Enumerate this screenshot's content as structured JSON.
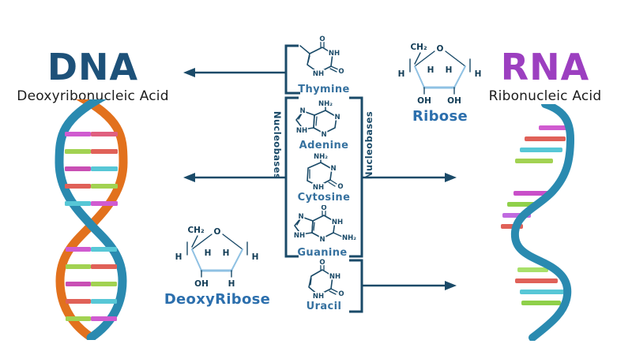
{
  "dna": {
    "abbr": "DNA",
    "full": "Deoxyribonucleic Acid"
  },
  "rna": {
    "abbr": "RNA",
    "full": "Ribonucleic Acid"
  },
  "nucleobases": {
    "left": "Nucleobases",
    "right": "Nucleobases"
  },
  "molecules": {
    "thymine": {
      "name": "Thymine",
      "atoms": [
        "O",
        "NH",
        "O",
        "NH"
      ]
    },
    "adenine": {
      "name": "Adenine",
      "atoms": [
        "NH₂",
        "N",
        "N",
        "N",
        "NH"
      ]
    },
    "cytosine": {
      "name": "Cytosine",
      "atoms": [
        "NH₂",
        "N",
        "O",
        "NH"
      ]
    },
    "guanine": {
      "name": "Guanine",
      "atoms": [
        "O",
        "NH",
        "NH₂",
        "N",
        "N",
        "NH"
      ]
    },
    "uracil": {
      "name": "Uracil",
      "atoms": [
        "O",
        "NH",
        "O",
        "NH"
      ]
    }
  },
  "sugars": {
    "ribose": {
      "name": "Ribose",
      "atoms": [
        "CH₂",
        "O",
        "H",
        "H",
        "H",
        "H",
        "OH",
        "OH"
      ]
    },
    "deoxyribose": {
      "name": "DeoxyRibose",
      "atoms": [
        "CH₂",
        "O",
        "H",
        "H",
        "H",
        "H",
        "OH",
        "H"
      ]
    }
  },
  "colors": {
    "ink": "#1a4a68",
    "molecule_label": "#36719f",
    "sugar_label": "#2c6fad",
    "dna_title": "#1d5179",
    "rna_title": "#9c3fc0",
    "helix_teal": "#2a8ab0",
    "helix_orange": "#e2711d"
  },
  "dna_helix": {
    "strand_colors": [
      "#e2711d",
      "#2a8ab0"
    ],
    "rungs": [
      {
        "l": "#d05bd0",
        "r": "#e0607f"
      },
      {
        "l": "#a2d252",
        "r": "#e06158"
      },
      {
        "l": "#c94fb4",
        "r": "#57c7d6"
      },
      {
        "l": "#e06158",
        "r": "#a2d252"
      },
      {
        "l": "#57c7d6",
        "r": "#d05bd0"
      },
      {
        "l": "#d05bd0",
        "r": "#57c7d6"
      },
      {
        "l": "#a2d252",
        "r": "#e06158"
      },
      {
        "l": "#c94fb4",
        "r": "#a2d252"
      },
      {
        "l": "#e06158",
        "r": "#57c7d6"
      },
      {
        "l": "#a2d252",
        "r": "#d05bd0"
      }
    ]
  },
  "rna_helix": {
    "strand_color": "#2a8ab0",
    "bars": [
      "#d05bd0",
      "#e06158",
      "#57c7d6",
      "#a2d252",
      "#c94fc9",
      "#8fd04a",
      "#c06ae0",
      "#e06158",
      "#a8e06a",
      "#e06158",
      "#57c7d6",
      "#8fd04a"
    ]
  }
}
